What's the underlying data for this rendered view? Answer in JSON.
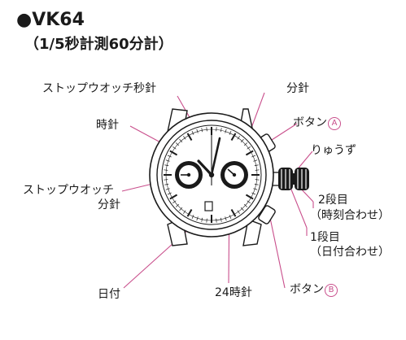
{
  "title": {
    "model": "●VK64",
    "subtitle": "（1/5秒計測60分計）"
  },
  "labels": {
    "stopwatch_second": "ストップウオッチ秒針",
    "minute_hand": "分針",
    "hour_hand": "時針",
    "button_a": "ボタン",
    "button_a_mark": "A",
    "crown": "りゅうず",
    "stopwatch_minute_1": "ストップウオッチ",
    "stopwatch_minute_2": "分針",
    "pos2_1": "2段目",
    "pos2_2": "（時刻合わせ）",
    "pos1_1": "1段目",
    "pos1_2": "（日付合わせ）",
    "date": "日付",
    "hand24": "24時針",
    "button_b": "ボタン",
    "button_b_mark": "B"
  },
  "colors": {
    "leader": "#c94f8c",
    "outline": "#1a1a1a",
    "dial": "#ffffff"
  }
}
